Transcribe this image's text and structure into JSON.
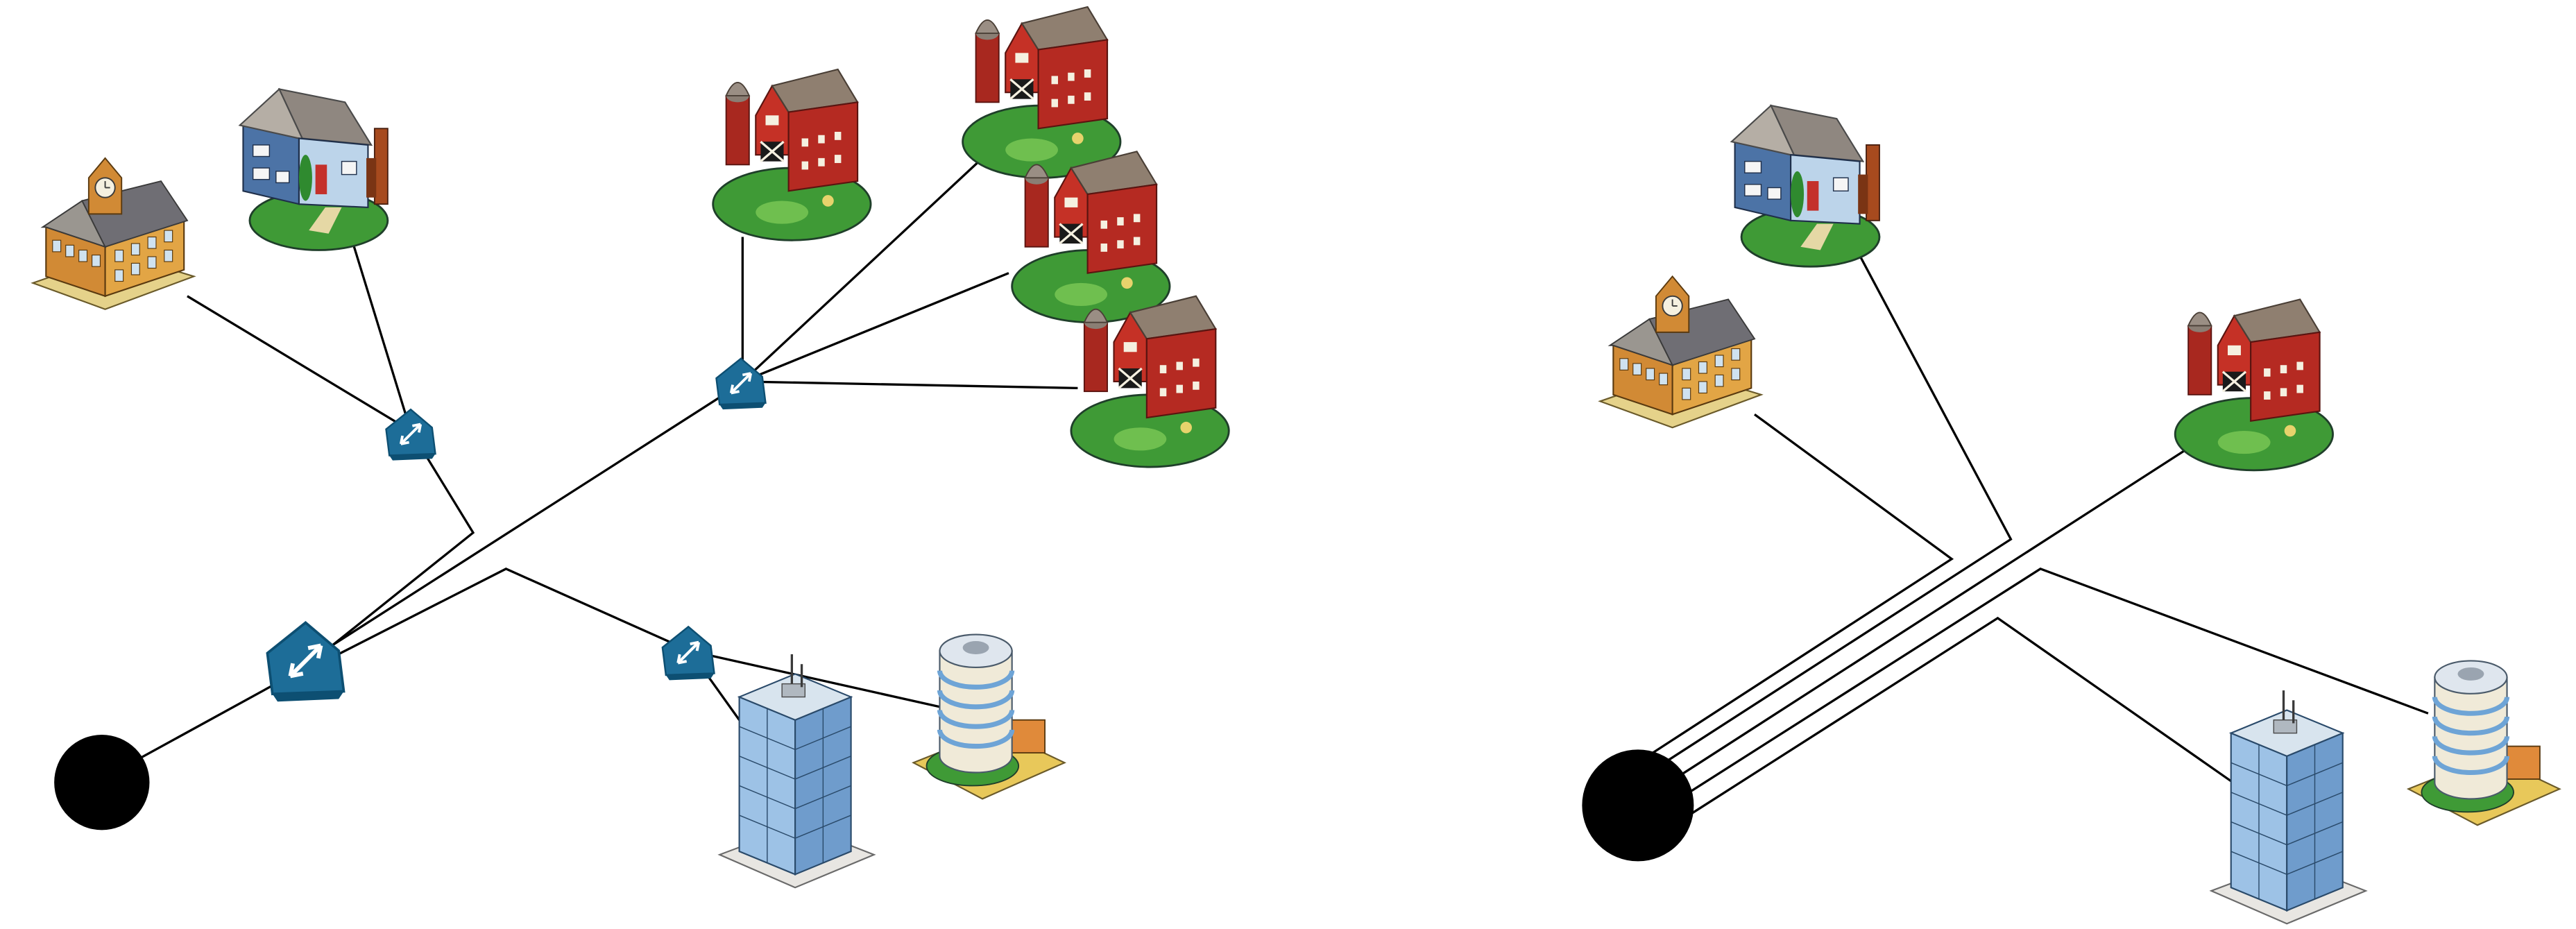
{
  "diagrams": [
    {
      "name": "point-to-multipoint-network",
      "nodes": [
        {
          "id": "hub",
          "type": "central-office-dot"
        },
        {
          "id": "splitter-main",
          "type": "splitter"
        },
        {
          "id": "splitter-upper-left",
          "type": "splitter"
        },
        {
          "id": "splitter-farms",
          "type": "splitter"
        },
        {
          "id": "splitter-lower",
          "type": "splitter"
        },
        {
          "id": "school",
          "type": "school-building"
        },
        {
          "id": "house",
          "type": "house"
        },
        {
          "id": "barn-1",
          "type": "barn"
        },
        {
          "id": "barn-2",
          "type": "barn"
        },
        {
          "id": "barn-3",
          "type": "barn"
        },
        {
          "id": "barn-4",
          "type": "barn"
        },
        {
          "id": "office-tower",
          "type": "office-tower"
        },
        {
          "id": "round-office",
          "type": "round-office-building"
        }
      ],
      "links": [
        [
          "hub",
          "splitter-main"
        ],
        [
          "splitter-main",
          "splitter-upper-left"
        ],
        [
          "splitter-main",
          "splitter-farms"
        ],
        [
          "splitter-main",
          "splitter-lower"
        ],
        [
          "splitter-upper-left",
          "school"
        ],
        [
          "splitter-upper-left",
          "house"
        ],
        [
          "splitter-farms",
          "barn-1"
        ],
        [
          "splitter-farms",
          "barn-2"
        ],
        [
          "splitter-farms",
          "barn-3"
        ],
        [
          "splitter-farms",
          "barn-4"
        ],
        [
          "splitter-lower",
          "round-office"
        ],
        [
          "splitter-lower",
          "office-tower"
        ]
      ]
    },
    {
      "name": "point-to-point-network",
      "nodes": [
        {
          "id": "hub",
          "type": "central-office-dot"
        },
        {
          "id": "house",
          "type": "house"
        },
        {
          "id": "school",
          "type": "school-building"
        },
        {
          "id": "barn",
          "type": "barn"
        },
        {
          "id": "round-office",
          "type": "round-office-building"
        },
        {
          "id": "office-tower",
          "type": "office-tower"
        }
      ],
      "links": [
        [
          "hub",
          "school"
        ],
        [
          "hub",
          "house"
        ],
        [
          "hub",
          "barn"
        ],
        [
          "hub",
          "round-office"
        ],
        [
          "hub",
          "office-tower"
        ]
      ]
    }
  ],
  "colors": {
    "line": "#000000",
    "hub": "#000000",
    "splitter": "#1d6d98",
    "splitter_dark": "#0d4f72",
    "barn_red": "#b52a22",
    "barn_roof": "#8f7f70",
    "grass": "#3f9a36",
    "tower_glass": "#8fb8e0",
    "office_cream": "#f0ead8",
    "school_tan": "#e2a545",
    "house_blue": "#4c73a6"
  }
}
